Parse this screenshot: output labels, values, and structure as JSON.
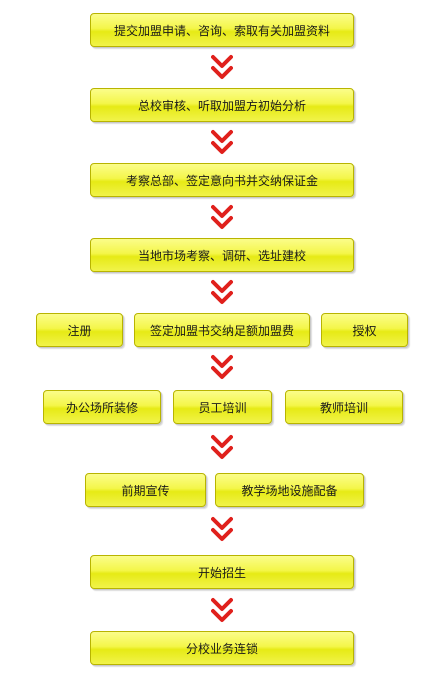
{
  "steps": [
    {
      "label": "提交加盟申请、咨询、索取有关加盟资料"
    },
    {
      "label": "总校审核、听取加盟方初始分析"
    },
    {
      "label": "考察总部、签定意向书并交纳保证金"
    },
    {
      "label": "当地市场考察、调研、选址建校"
    },
    {
      "label": "注册"
    },
    {
      "label": "签定加盟书交纳足额加盟费"
    },
    {
      "label": "授权"
    },
    {
      "label": "办公场所装修"
    },
    {
      "label": "员工培训"
    },
    {
      "label": "教师培训"
    },
    {
      "label": "前期宣传"
    },
    {
      "label": "教学场地设施配备"
    },
    {
      "label": "开始招生"
    },
    {
      "label": "分校业务连锁"
    }
  ],
  "colors": {
    "box_fill": "#f4f64a",
    "box_border": "#b8b400",
    "arrow": "#e0201c"
  },
  "arrow_icon": "down-arrow-icon"
}
